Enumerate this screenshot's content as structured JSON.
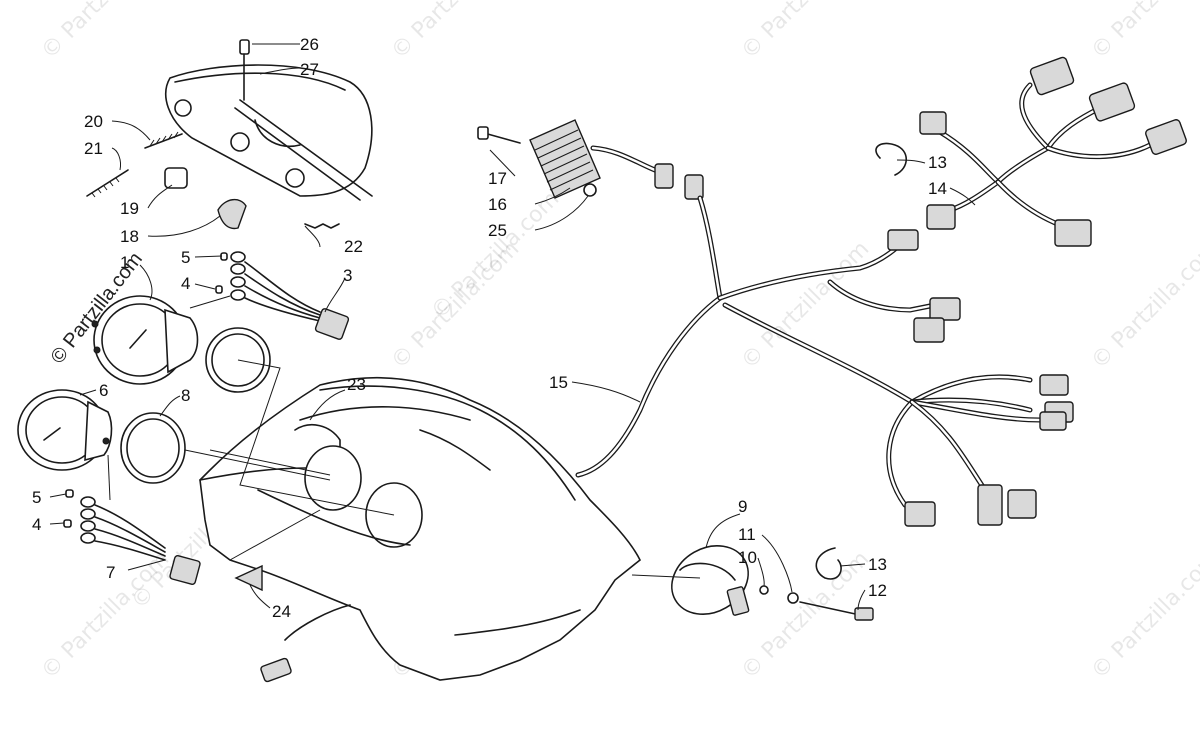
{
  "watermark": {
    "main": "© Partzilla.com",
    "tile": "© Partzilla.com"
  },
  "callouts": [
    {
      "id": "c1",
      "label": "1"
    },
    {
      "id": "c3",
      "label": "3"
    },
    {
      "id": "c4a",
      "label": "4"
    },
    {
      "id": "c4b",
      "label": "4"
    },
    {
      "id": "c5a",
      "label": "5"
    },
    {
      "id": "c5b",
      "label": "5"
    },
    {
      "id": "c6",
      "label": "6"
    },
    {
      "id": "c7",
      "label": "7"
    },
    {
      "id": "c8",
      "label": "8"
    },
    {
      "id": "c9",
      "label": "9"
    },
    {
      "id": "c10",
      "label": "10"
    },
    {
      "id": "c11",
      "label": "11"
    },
    {
      "id": "c12",
      "label": "12"
    },
    {
      "id": "c13a",
      "label": "13"
    },
    {
      "id": "c13b",
      "label": "13"
    },
    {
      "id": "c14",
      "label": "14"
    },
    {
      "id": "c15",
      "label": "15"
    },
    {
      "id": "c16",
      "label": "16"
    },
    {
      "id": "c17",
      "label": "17"
    },
    {
      "id": "c18",
      "label": "18"
    },
    {
      "id": "c19",
      "label": "19"
    },
    {
      "id": "c20",
      "label": "20"
    },
    {
      "id": "c21",
      "label": "21"
    },
    {
      "id": "c22",
      "label": "22"
    },
    {
      "id": "c23",
      "label": "23"
    },
    {
      "id": "c24",
      "label": "24"
    },
    {
      "id": "c25",
      "label": "25"
    },
    {
      "id": "c26",
      "label": "26"
    },
    {
      "id": "c27",
      "label": "27"
    }
  ],
  "colors": {
    "line": "#1a1a1a",
    "background": "#ffffff",
    "shade": "#d9d9d9"
  }
}
